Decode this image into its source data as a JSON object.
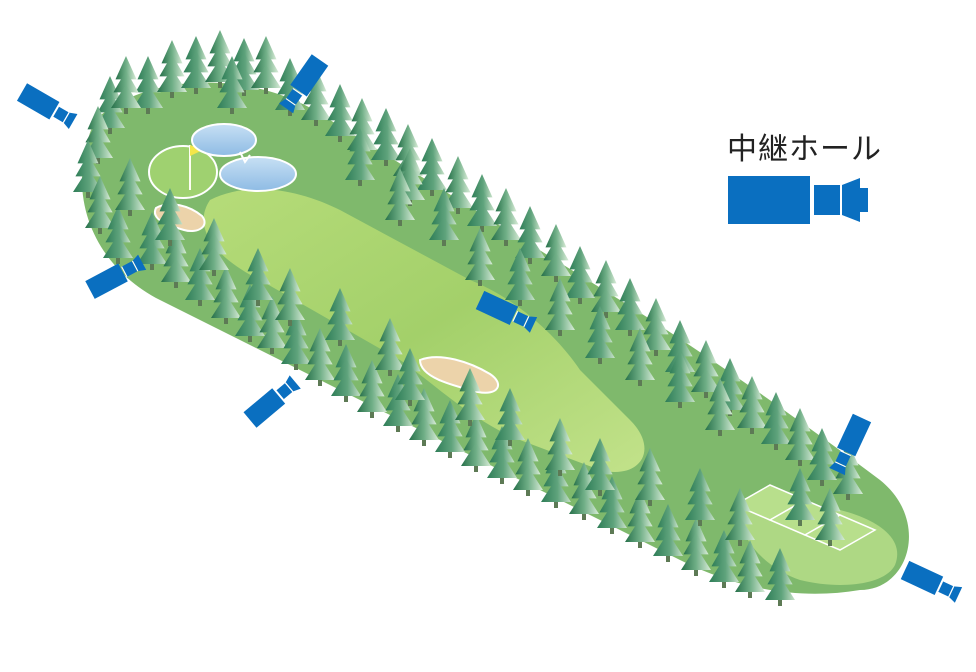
{
  "legend": {
    "title": "中継ホール",
    "icon": "tv-camera-icon",
    "color": "#0a6fc0"
  },
  "colors": {
    "rough": "#7fb96c",
    "fairway": "#a9d46e",
    "green": "#9fd170",
    "water": "#9dc6ea",
    "bunker": "#ecd3aa",
    "tee": "#aed884",
    "camera": "#0a6fc0",
    "flag": "#f3e64a"
  },
  "trees": [
    [
      148,
      108
    ],
    [
      172,
      92
    ],
    [
      196,
      88
    ],
    [
      220,
      82
    ],
    [
      244,
      90
    ],
    [
      266,
      88
    ],
    [
      290,
      110
    ],
    [
      316,
      120
    ],
    [
      340,
      136
    ],
    [
      362,
      150
    ],
    [
      386,
      160
    ],
    [
      408,
      176
    ],
    [
      432,
      190
    ],
    [
      458,
      208
    ],
    [
      482,
      226
    ],
    [
      506,
      240
    ],
    [
      530,
      258
    ],
    [
      556,
      276
    ],
    [
      580,
      298
    ],
    [
      606,
      312
    ],
    [
      630,
      330
    ],
    [
      656,
      350
    ],
    [
      680,
      372
    ],
    [
      706,
      392
    ],
    [
      730,
      410
    ],
    [
      752,
      428
    ],
    [
      776,
      444
    ],
    [
      800,
      460
    ],
    [
      822,
      480
    ],
    [
      848,
      494
    ],
    [
      110,
      128
    ],
    [
      98,
      158
    ],
    [
      88,
      192
    ],
    [
      100,
      228
    ],
    [
      118,
      258
    ],
    [
      130,
      210
    ],
    [
      152,
      264
    ],
    [
      176,
      282
    ],
    [
      200,
      300
    ],
    [
      226,
      318
    ],
    [
      250,
      336
    ],
    [
      272,
      348
    ],
    [
      296,
      364
    ],
    [
      320,
      380
    ],
    [
      346,
      396
    ],
    [
      372,
      412
    ],
    [
      398,
      426
    ],
    [
      424,
      440
    ],
    [
      450,
      452
    ],
    [
      476,
      466
    ],
    [
      502,
      478
    ],
    [
      528,
      490
    ],
    [
      556,
      502
    ],
    [
      584,
      514
    ],
    [
      612,
      528
    ],
    [
      640,
      542
    ],
    [
      668,
      556
    ],
    [
      696,
      570
    ],
    [
      724,
      582
    ],
    [
      750,
      592
    ],
    [
      780,
      600
    ],
    [
      126,
      108
    ],
    [
      232,
      108
    ],
    [
      410,
      200
    ],
    [
      444,
      240
    ],
    [
      480,
      280
    ],
    [
      520,
      300
    ],
    [
      560,
      330
    ],
    [
      600,
      358
    ],
    [
      640,
      380
    ],
    [
      680,
      402
    ],
    [
      720,
      430
    ],
    [
      258,
      300
    ],
    [
      290,
      320
    ],
    [
      340,
      340
    ],
    [
      390,
      370
    ],
    [
      410,
      400
    ],
    [
      470,
      420
    ],
    [
      510,
      440
    ],
    [
      560,
      470
    ],
    [
      600,
      490
    ],
    [
      650,
      500
    ],
    [
      700,
      520
    ],
    [
      740,
      540
    ],
    [
      170,
      240
    ],
    [
      214,
      270
    ],
    [
      360,
      180
    ],
    [
      400,
      220
    ],
    [
      800,
      520
    ],
    [
      830,
      540
    ]
  ]
}
